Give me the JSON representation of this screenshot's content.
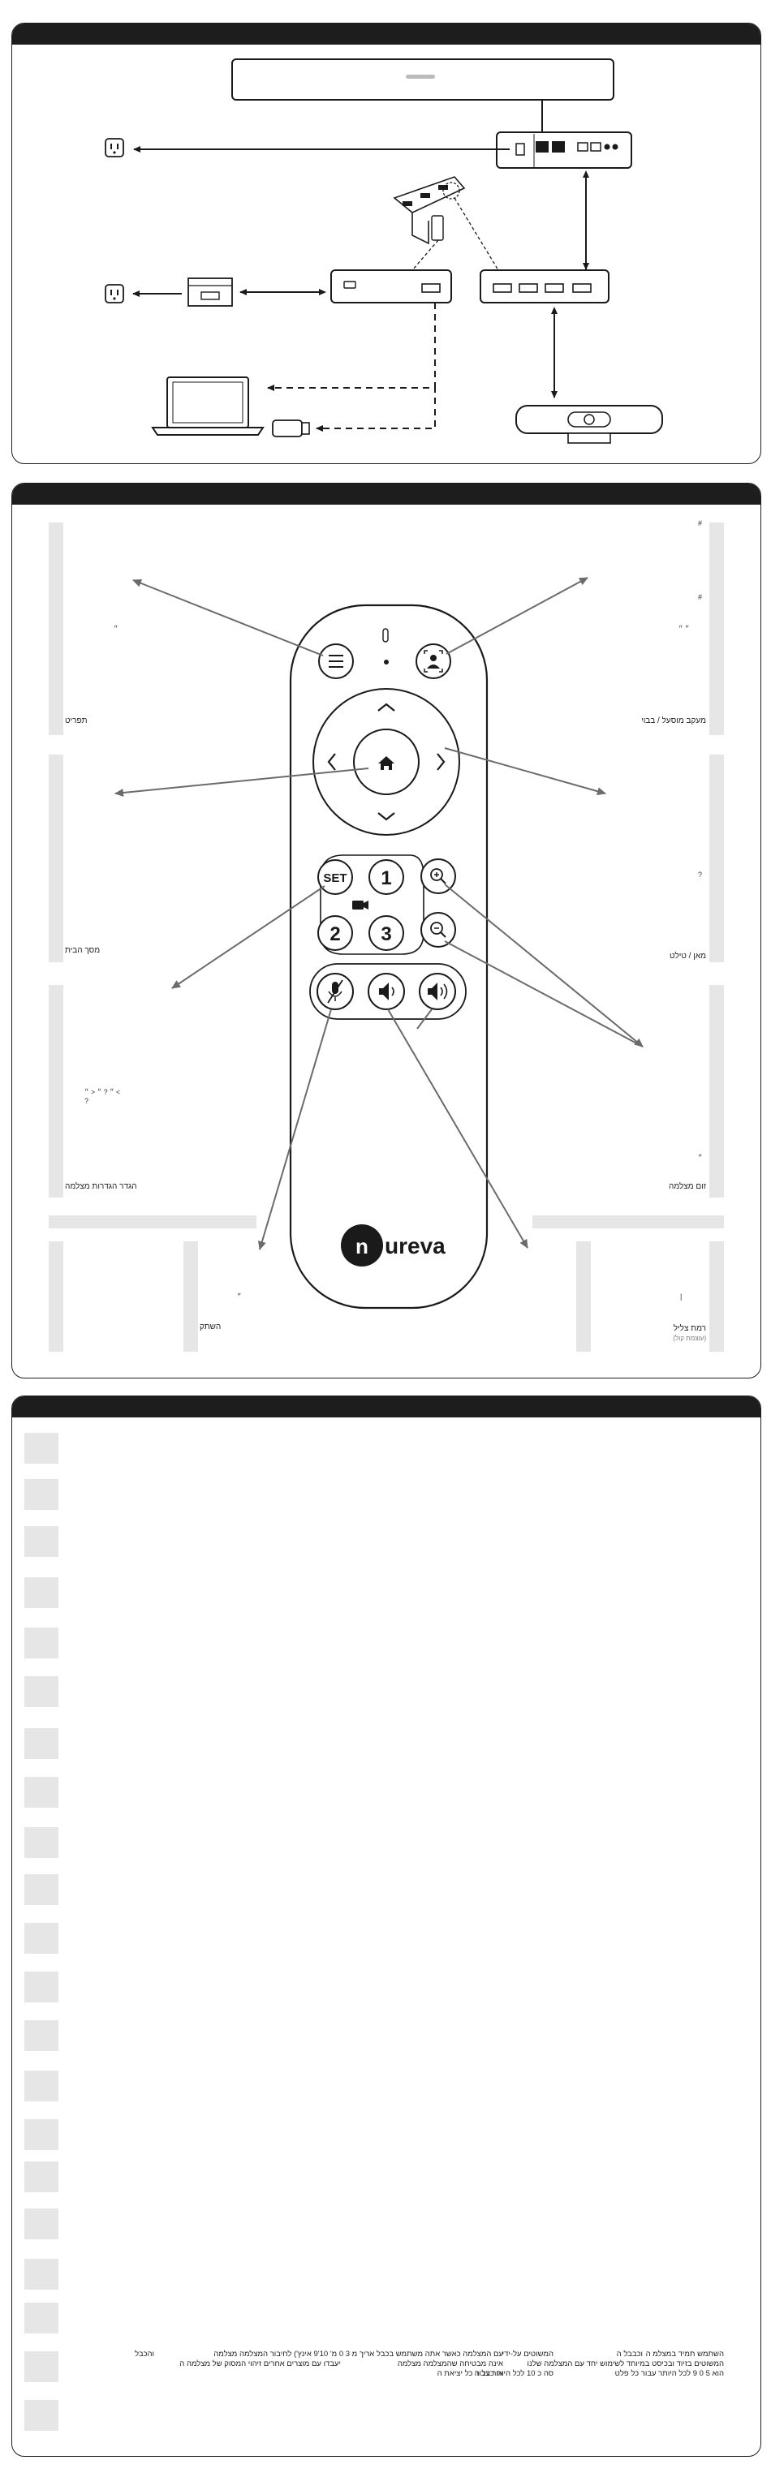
{
  "colors": {
    "header": "#1d1d1d",
    "gray_block": "#e6e6e6",
    "line": "#1a1a1a",
    "arrow_gray": "#6b6b6b"
  },
  "remote": {
    "set_label": "SET",
    "preset_1": "1",
    "preset_2": "2",
    "preset_3": "3",
    "brand": "nureva",
    "icons": [
      "menu-icon",
      "person-frame-icon",
      "home-icon",
      "up-icon",
      "down-icon",
      "left-icon",
      "right-icon",
      "zoom-in-icon",
      "zoom-out-icon",
      "camera-icon",
      "mic-mute-icon",
      "volume-down-icon",
      "volume-up-icon"
    ]
  },
  "callouts": {
    "left_1": {
      "mark": "״",
      "label": "תפריט"
    },
    "left_2": {
      "label": "מסך הבית"
    },
    "left_3": {
      "marks": "״ ? ״ < ״ <",
      "mark2": "?",
      "label": "הגדר הגדרות מצלמה"
    },
    "left_4": {
      "mark": "״",
      "label": "השתק"
    },
    "right_1": {
      "mark_a": "#",
      "mark_b": "#",
      "mark_c": "״ ״",
      "label": "מעקב מוסעל / בבוי"
    },
    "right_2": {
      "mark": "?",
      "label": "מאן / טילט"
    },
    "right_3": {
      "mark": "״",
      "label": "זום מצלמה"
    },
    "right_4": {
      "mark": "|",
      "label": "רמת צליל",
      "sub": "(עוצמת קול)"
    }
  },
  "footnotes": [
    {
      "l1": "השתמש תמיד במצלמ ה",
      "l2": "המשוטים בזיוד ובכיסט במיוחד לשימוש יחד עם המצלמה שלנו",
      "l3": "הוא   5    0 9 לכל היותר עבור כל פלט"
    },
    {
      "l1": "וכבבל ה",
      "l2": "",
      "l3": ""
    },
    {
      "l1": "המשוטים על-ידי",
      "l2": "",
      "l3": "סה  כ    10 לכל היותר עבור כל יציאת ה"
    },
    {
      "l1": "עם המצלמה כאשר אתה משתמש בכבל אריך מ 3 0 מ' 10'9 אינץ') לחיבור המצלמה  מצלמה",
      "l2": "אינה מבטיחה שהמצלמה  מצלמה",
      "l3": "או כבל ה"
    },
    {
      "l1": "",
      "l2": "יעבדו עם מוצרים אחרים  זיהוי המסוק של מצלמה ה",
      "l3": ""
    },
    {
      "l1": "והכבל",
      "l2": "",
      "l3": ""
    }
  ]
}
